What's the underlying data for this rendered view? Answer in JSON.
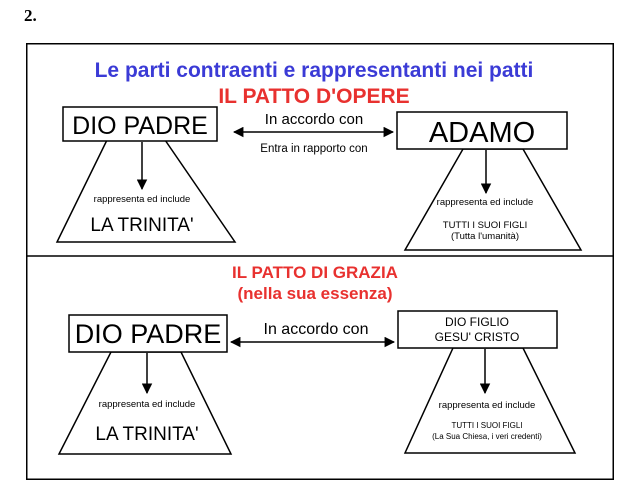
{
  "number": "2.",
  "section1": {
    "title": "Le parti contraenti e rappresentanti nei patti",
    "subtitle": "IL PATTO D'OPERE",
    "left_box": "DIO PADRE",
    "left_represents": "rappresenta ed include",
    "left_group": "LA TRINITA'",
    "arrow_top_label": "In accordo con",
    "arrow_bottom_label": "Entra in rapporto con",
    "right_box": "ADAMO",
    "right_represents": "rappresenta ed include",
    "right_group": "TUTTI I SUOI FIGLI",
    "right_group_note": "(Tutta l'umanità)"
  },
  "section2": {
    "title_line1": "IL PATTO DI GRAZIA",
    "title_line2": "(nella sua essenza)",
    "left_box": "DIO PADRE",
    "left_represents": "rappresenta ed include",
    "left_group": "LA TRINITA'",
    "arrow_label": "In accordo con",
    "right_box_line1": "DIO FIGLIO",
    "right_box_line2": "GESU' CRISTO",
    "right_represents": "rappresenta ed include",
    "right_group": "TUTTI I SUOI FIGLI",
    "right_group_note": "(La Sua Chiesa, i veri credenti)"
  },
  "colors": {
    "title_blue": "#3b3bd6",
    "title_red": "#e8312f",
    "line": "#000000"
  }
}
